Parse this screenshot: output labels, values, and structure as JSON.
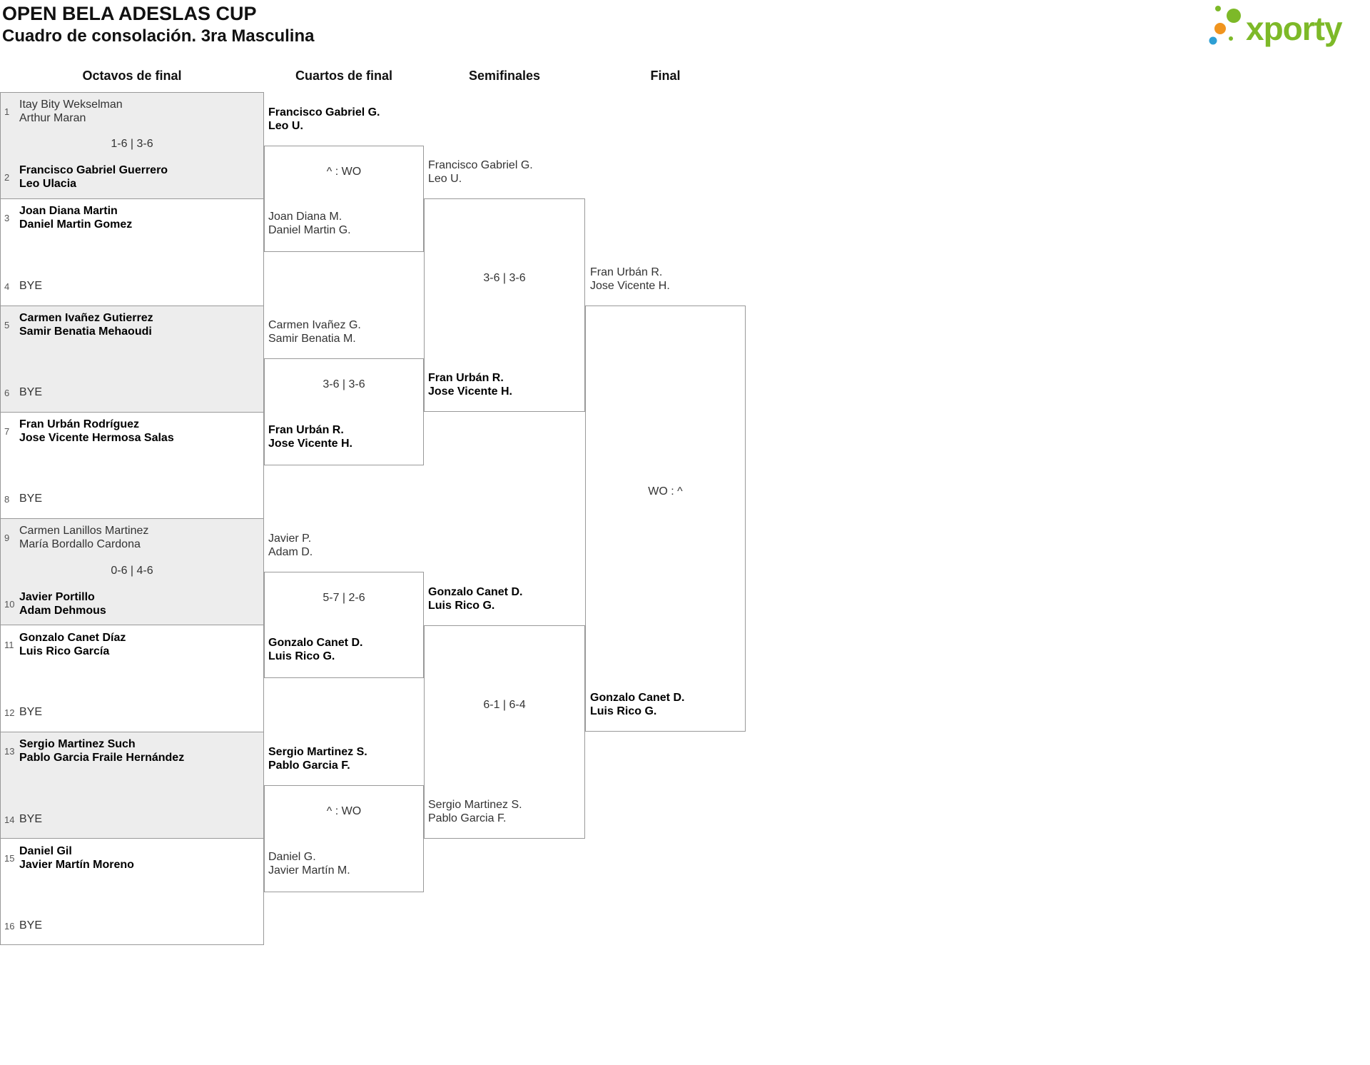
{
  "header": {
    "title": "OPEN BELA ADESLAS CUP",
    "subtitle": "Cuadro de consolación. 3ra Masculina",
    "logo_text": "xporty"
  },
  "colors": {
    "logo_green": "#7db928",
    "logo_orange": "#f0941e",
    "logo_blue": "#2e9fd4",
    "border": "#999999",
    "shaded_row": "#ededed"
  },
  "round_headers": [
    "Octavos de final",
    "Cuartos de final",
    "Semifinales",
    "Final"
  ],
  "octavos": {
    "slots": [
      {
        "seed": "1",
        "name1": "Itay Bity Wekselman",
        "name2": "Arthur Maran"
      },
      {
        "seed": "2",
        "name1": "Francisco Gabriel Guerrero",
        "name2": "Leo Ulacia"
      },
      {
        "seed": "3",
        "name1": "Joan Diana Martin",
        "name2": "Daniel Martin Gomez"
      },
      {
        "seed": "4",
        "bye": "BYE"
      },
      {
        "seed": "5",
        "name1": "Carmen Ivañez Gutierrez",
        "name2": "Samir Benatia Mehaoudi"
      },
      {
        "seed": "6",
        "bye": "BYE"
      },
      {
        "seed": "7",
        "name1": "Fran Urbán Rodríguez",
        "name2": "Jose Vicente Hermosa Salas"
      },
      {
        "seed": "8",
        "bye": "BYE"
      },
      {
        "seed": "9",
        "name1": "Carmen Lanillos Martinez",
        "name2": "María Bordallo Cardona"
      },
      {
        "seed": "10",
        "name1": "Javier Portillo",
        "name2": "Adam Dehmous"
      },
      {
        "seed": "11",
        "name1": "Gonzalo Canet Díaz",
        "name2": "Luis Rico García"
      },
      {
        "seed": "12",
        "bye": "BYE"
      },
      {
        "seed": "13",
        "name1": "Sergio Martinez Such",
        "name2": "Pablo Garcia Fraile Hernández"
      },
      {
        "seed": "14",
        "bye": "BYE"
      },
      {
        "seed": "15",
        "name1": "Daniel Gil",
        "name2": "Javier Martín Moreno"
      },
      {
        "seed": "16",
        "bye": "BYE"
      }
    ],
    "scores": {
      "match1": "1-6 | 3-6",
      "match5": "0-6 | 4-6"
    }
  },
  "cuartos": [
    {
      "top1": "Francisco Gabriel G.",
      "top2": "Leo U.",
      "score": "^ : WO",
      "bottom1": "Joan Diana M.",
      "bottom2": "Daniel Martin G."
    },
    {
      "top1": "Carmen Ivañez G.",
      "top2": "Samir Benatia M.",
      "score": "3-6 | 3-6",
      "bottom1": "Fran Urbán R.",
      "bottom2": "Jose Vicente H."
    },
    {
      "top1": "Javier P.",
      "top2": "Adam D.",
      "score": "5-7 | 2-6",
      "bottom1": "Gonzalo Canet D.",
      "bottom2": "Luis Rico G."
    },
    {
      "top1": "Sergio Martinez S.",
      "top2": "Pablo Garcia F.",
      "score": "^ : WO",
      "bottom1": "Daniel G.",
      "bottom2": "Javier Martín M."
    }
  ],
  "semifinales": [
    {
      "top1": "Francisco Gabriel G.",
      "top2": "Leo U.",
      "score": "3-6 | 3-6",
      "bottom1": "Fran Urbán R.",
      "bottom2": "Jose Vicente H."
    },
    {
      "top1": "Gonzalo Canet D.",
      "top2": "Luis Rico G.",
      "score": "6-1 | 6-4",
      "bottom1": "Sergio Martinez S.",
      "bottom2": "Pablo Garcia F."
    }
  ],
  "final": {
    "top1": "Fran Urbán R.",
    "top2": "Jose Vicente H.",
    "score": "WO : ^",
    "bottom1": "Gonzalo Canet D.",
    "bottom2": "Luis Rico G."
  }
}
